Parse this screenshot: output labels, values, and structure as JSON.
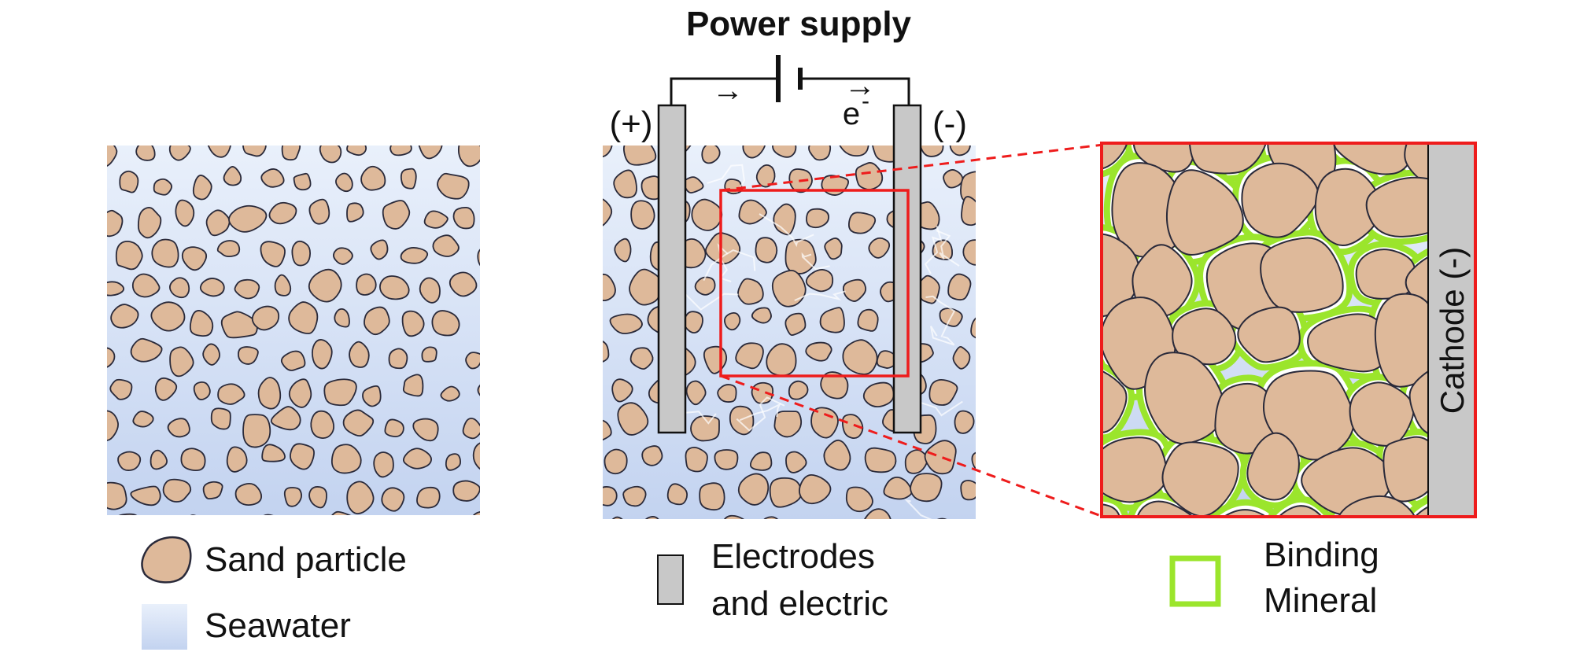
{
  "diagram": {
    "title": "Power supply",
    "anode_label": "(+)",
    "cathode_label": "(-)",
    "electron_label": "e",
    "electron_sup": "-",
    "arrow_left": "→",
    "arrow_right": "→",
    "cathode_panel_label": "Cathode (-)"
  },
  "legend": {
    "sand": "Sand particle",
    "seawater": "Seawater",
    "electrodes_line1": "Electrodes",
    "electrodes_line2": "and electric",
    "binding_line1": "Binding",
    "binding_line2": "Mineral"
  },
  "colors": {
    "sand": "#deb99a",
    "sand_stroke": "#2a2a3a",
    "water_top": "#e9f0fb",
    "water_bottom": "#c3d3f0",
    "electrode": "#c8c8c8",
    "frame_red": "#ee1c1c",
    "mineral_green": "#9be52c"
  }
}
